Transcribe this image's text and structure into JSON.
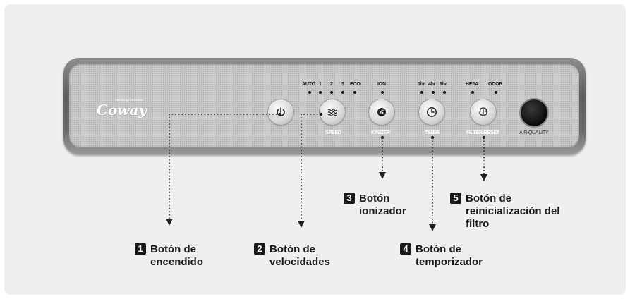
{
  "brand": {
    "logo": "Coway",
    "tagline": "Well Being Well Home"
  },
  "indicators": {
    "auto": "AUTO",
    "s1": "1",
    "s2": "2",
    "s3": "3",
    "eco": "ECO",
    "ion": "ION",
    "t1": "1hr",
    "t4": "4hr",
    "t8": "8hr",
    "hepa": "HEPA",
    "odor": "ODOR"
  },
  "button_labels": {
    "speed": "SPEED",
    "ionizer": "IONIZER",
    "timer": "TIMER",
    "filter_reset": "FILTER RESET",
    "air_quality": "AIR QUALITY"
  },
  "icons": {
    "power": "power-icon",
    "speed": "wave-icon",
    "ionizer": "ion-icon",
    "timer": "clock-icon",
    "filter": "filter-reset-icon"
  },
  "callouts": [
    {
      "num": "1",
      "line1": "Botón de",
      "line2": "encendido"
    },
    {
      "num": "2",
      "line1": "Botón de",
      "line2": "velocidades"
    },
    {
      "num": "3",
      "line1": "Botón",
      "line2": "ionizador"
    },
    {
      "num": "4",
      "line1": "Botón de",
      "line2": "temporizador"
    },
    {
      "num": "5",
      "line1": "Botón de",
      "line2": "reinicialización del",
      "line3": "filtro"
    }
  ]
}
